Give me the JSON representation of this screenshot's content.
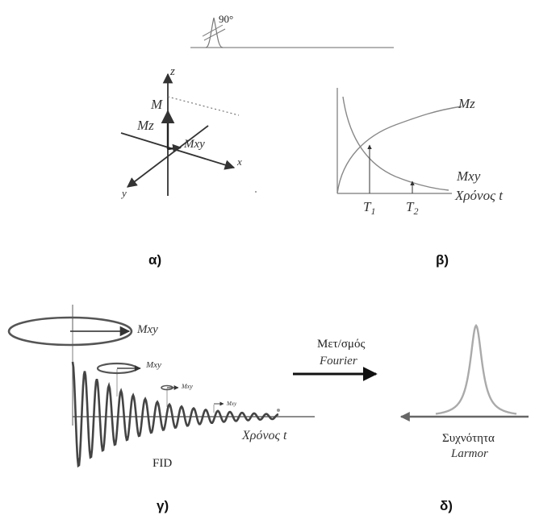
{
  "pulse": {
    "angle_label": "90°"
  },
  "panel_a": {
    "axis_z": "z",
    "axis_x": "x",
    "axis_y": "y",
    "vector_m": "M",
    "vector_mz": "Mz",
    "vector_mxy": "Mxy",
    "caption": "α)"
  },
  "panel_b": {
    "curve_mz": "Mz",
    "curve_mxy": "Mxy",
    "t1": "T",
    "t1_sub": "1",
    "t2": "T",
    "t2_sub": "2",
    "time_axis": "Χρόνος t",
    "caption": "β)"
  },
  "panel_c": {
    "mxy_labels": [
      "Mxy",
      "Mxy",
      "Mxy",
      "Mxy"
    ],
    "time_axis": "Χρόνος t",
    "fid_label": "FID",
    "caption": "γ)"
  },
  "transform": {
    "line1": "Μετ/σμός",
    "line2": "Fourier"
  },
  "panel_d": {
    "freq_label": "Συχνότητα",
    "larmor_label": "Larmor",
    "caption": "δ)"
  }
}
